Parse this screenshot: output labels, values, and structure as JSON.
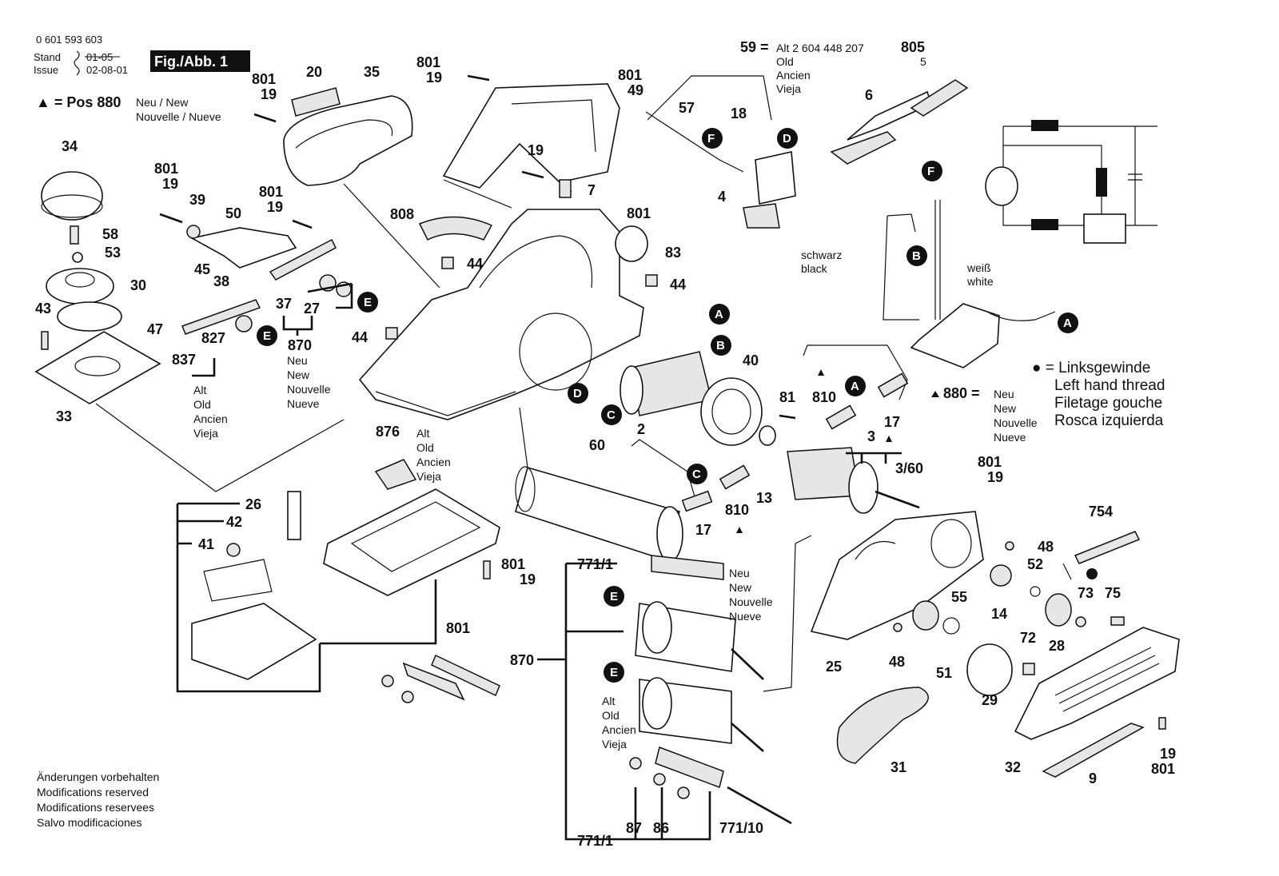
{
  "header": {
    "doc_number": "0 601 593 603",
    "stand_label": "Stand",
    "stand_old": "01-05",
    "issue_label": "Issue",
    "issue_value": "02-08-01",
    "figure": "Fig./Abb. 1",
    "pos_marker": "▲ = Pos 880",
    "pos_new_1": "Neu / New",
    "pos_new_2": "Nouvelle / Nueve"
  },
  "part_labels": {
    "p0": "801",
    "p1": "19",
    "p2": "20",
    "p3": "35",
    "p4": "801",
    "p5": "19",
    "p6": "801",
    "p7": "49",
    "p8": "34",
    "p9": "58",
    "p10": "53",
    "p11": "30",
    "p12": "43",
    "p13": "47",
    "p14": "33",
    "p15": "801",
    "p16": "19",
    "p17": "39",
    "p18": "50",
    "p19": "45",
    "p20": "38",
    "p21": "801",
    "p22": "19",
    "p23": "37",
    "p24": "27",
    "p25": "837",
    "p26": "827",
    "p27": "870",
    "p28": "19",
    "p29": "7",
    "p30": "808",
    "p31": "801",
    "p32": "83",
    "p33": "44",
    "p34": "44",
    "p35": "44",
    "p36": "59 =",
    "p37": "805",
    "p38": "5",
    "p39": "57",
    "p40": "18",
    "p41": "6",
    "p42": "4",
    "p43": "40",
    "p44": "2",
    "p45": "81",
    "p46": "810",
    "p47": "17",
    "p48": "876",
    "p49": "60",
    "p50": "17",
    "p51": "810",
    "p52": "13",
    "p53": "3",
    "p54": "3/60",
    "p55": "26",
    "p56": "42",
    "p57": "41",
    "p58": "801",
    "p59": "19",
    "p60": "801",
    "p61": "771/1",
    "p62": "870",
    "p63": "87",
    "p64": "86",
    "p65": "771/10",
    "p66": "771/1",
    "p67": "801",
    "p68": "19",
    "p69": "754",
    "p70": "48",
    "p71": "52",
    "p72": "73",
    "p73": "75",
    "p74": "55",
    "p75": "14",
    "p76": "28",
    "p77": "72",
    "p78": "25",
    "p79": "48",
    "p80": "51",
    "p81": "29",
    "p82": "31",
    "p83": "32",
    "p84": "9",
    "p85": "19",
    "p86": "801",
    "p87": "880 ="
  },
  "circle_marks": {
    "a1": "A",
    "a2": "A",
    "a3": "A",
    "b1": "B",
    "b2": "B",
    "c1": "C",
    "c2": "C",
    "d1": "D",
    "d2": "D",
    "e1": "E",
    "e2": "E",
    "e3": "E",
    "e4": "E",
    "f1": "F",
    "f2": "F"
  },
  "notes": {
    "alt_1": "Alt",
    "alt_2": "Old",
    "alt_3": "Ancien",
    "alt_4": "Vieja",
    "neu_1": "Neu",
    "neu_2": "New",
    "neu_3": "Nouvelle",
    "neu_4": "Nueve",
    "alt59_1": "Alt 2 604 448 207",
    "alt59_2": "Old",
    "alt59_3": "Ancien",
    "alt59_4": "Vieja",
    "alt876_1": "Alt",
    "alt876_2": "Old",
    "alt876_3": "Ancien",
    "alt876_4": "Vieja",
    "neu771_1": "Neu",
    "neu771_2": "New",
    "neu771_3": "Nouvelle",
    "neu771_4": "Nueve",
    "alt771_1": "Alt",
    "alt771_2": "Old",
    "alt771_3": "Ancien",
    "alt771_4": "Vieja",
    "neu880_1": "Neu",
    "neu880_2": "New",
    "neu880_3": "Nouvelle",
    "neu880_4": "Nueve",
    "schwarz": "schwarz",
    "black": "black",
    "weiss": "weiß",
    "white": "white"
  },
  "legend": {
    "marker": "● = Linksgewinde",
    "line2": "Left hand thread",
    "line3": "Filetage gouche",
    "line4": "Rosca izquierda"
  },
  "footer": {
    "line1": "Änderungen vorbehalten",
    "line2": "Modifications reserved",
    "line3": "Modifications reservees",
    "line4": "Salvo modificaciones"
  }
}
